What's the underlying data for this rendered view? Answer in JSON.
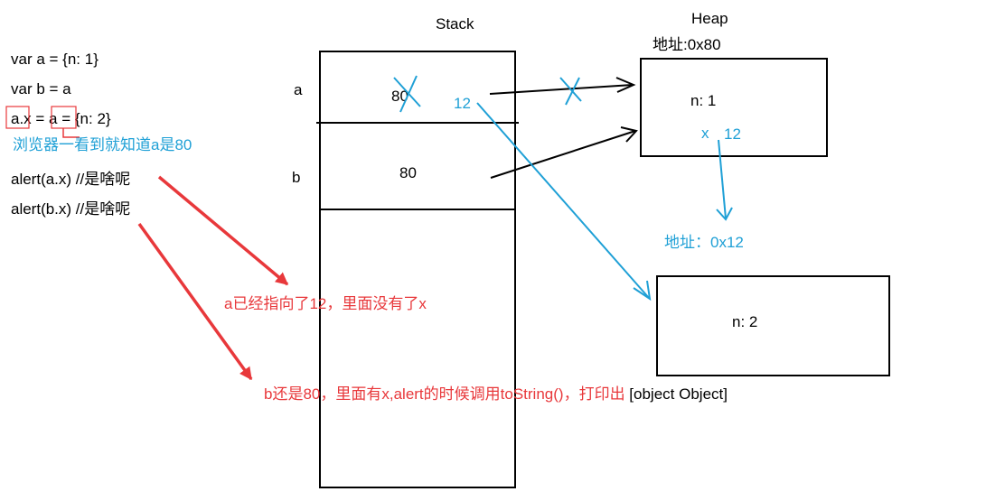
{
  "headings": {
    "stack": "Stack",
    "heap": "Heap"
  },
  "code_lines": {
    "l1": "var a = {n: 1}",
    "l2": "var b = a",
    "l3": "a.x = a = {n: 2}",
    "l4": "alert(a.x) //是啥呢",
    "l5": "alert(b.x) //是啥呢"
  },
  "stack": {
    "var_a": "a",
    "var_b": "b",
    "a_old_value": "80",
    "a_new_value": "12",
    "b_value": "80"
  },
  "heap": {
    "obj1_address": "地址:0x80",
    "obj1_prop_n": "n: 1",
    "obj1_prop_x_key": "x",
    "obj1_prop_x_value": "12",
    "obj2_address": "地址：0x12",
    "obj2_prop_n": "n: 2"
  },
  "annotations": {
    "browser_note": "浏览器一看到就知道a是80",
    "a_note": "a已经指向了12，里面没有了x",
    "b_note_red": "b还是80，里面有x,alert的时候调用toString()，打印出",
    "b_note_black": " [object Object]"
  },
  "colors": {
    "blue": "#1fa0d6",
    "red": "#e8383b",
    "black": "#000000"
  }
}
